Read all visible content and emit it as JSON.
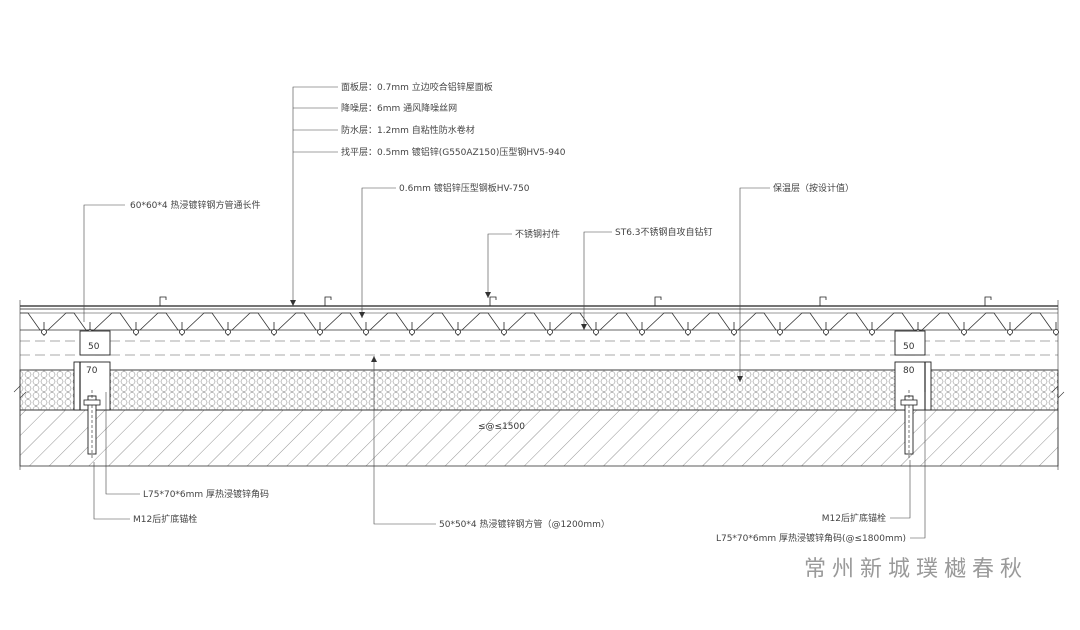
{
  "labels": {
    "panel_layer": "面板层：0.7mm 立边咬合铝锌屋面板",
    "mesh_layer": "降噪层：6mm 通风降噪丝网",
    "waterproof_layer": "防水层：1.2mm 自粘性防水卷材",
    "leveling_layer": "找平层：0.5mm  镀铝锌(G550AZ150)压型钢HV5-940",
    "steel_deck": "0.6mm  镀铝锌压型钢板HV-750",
    "purlin_top": "60*60*4 热浸镀锌钢方管通长件",
    "stainless_part": "不锈钢衬件",
    "screw": "ST6.3不锈钢自攻自钻钉",
    "insulation": "保温层（按设计值）",
    "angle_left": "L75*70*6mm 厚热浸镀锌角码",
    "anchor_left": "M12后扩底锚栓",
    "tube_spacing": "50*50*4 热浸镀锌钢方管（@1200mm）",
    "anchor_right": "M12后扩底锚栓",
    "angle_right": "L75*70*6mm 厚热浸镀锌角码(@≤1800mm)"
  },
  "dimensions": {
    "left_top": "50",
    "left_bottom": "70",
    "right_top": "50",
    "right_bottom": "80",
    "slab_spacing": "≤@≤1500"
  },
  "watermark": "常州新城璞樾春秋",
  "colors": {
    "line": "#333333",
    "text": "#444444",
    "watermark": "#9a9a9a"
  }
}
